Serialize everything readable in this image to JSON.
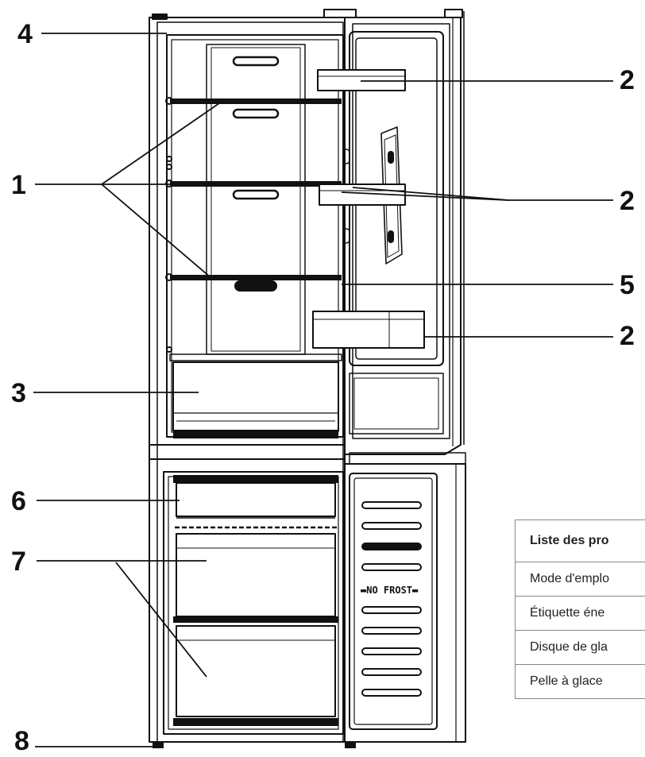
{
  "callouts": {
    "c1": "1",
    "c2a": "2",
    "c2b": "2",
    "c2c": "2",
    "c3": "3",
    "c4": "4",
    "c5": "5",
    "c6": "6",
    "c7": "7",
    "c8": "8"
  },
  "freezer_door_label": "NO FROST",
  "accessories_table": {
    "header": "Liste des pro",
    "rows": [
      "Mode d'emplo",
      "Étiquette éne",
      "Disque de gla",
      "Pelle à glace"
    ]
  }
}
